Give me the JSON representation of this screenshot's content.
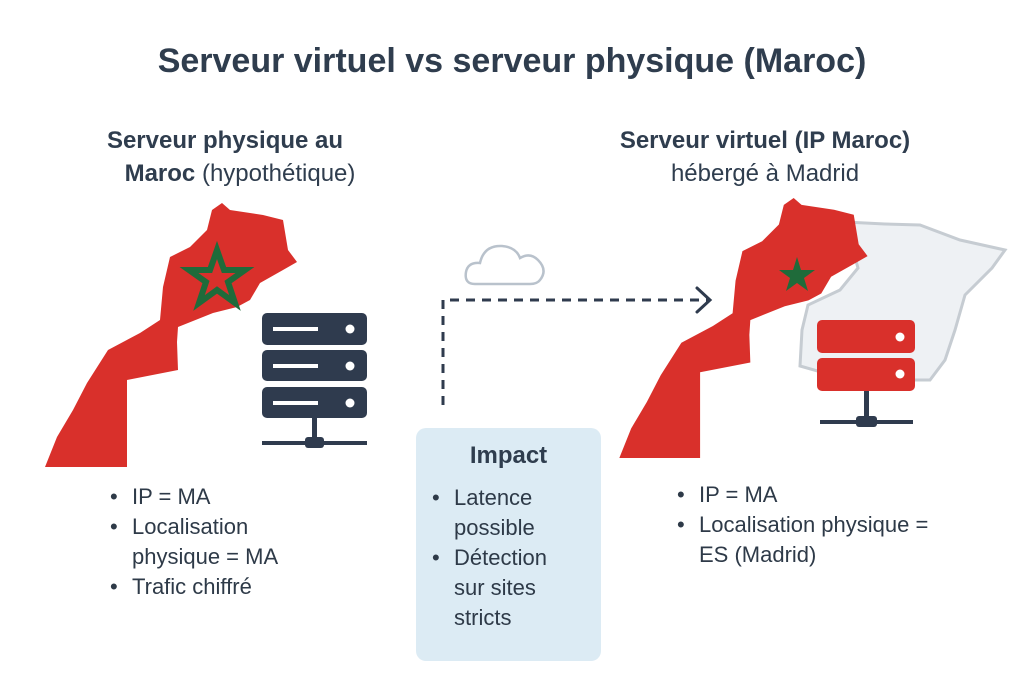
{
  "title": "Serveur virtuel vs serveur physique (Maroc)",
  "left": {
    "heading_bold": "Serveur physique au",
    "heading_line2_bold": "Maroc",
    "heading_line2_rest": " (hypothétique)",
    "bullets": [
      "IP = MA",
      "Localisation physique = MA",
      "Trafic chiffré"
    ]
  },
  "right": {
    "heading_bold": "Serveur virtuel (IP Maroc)",
    "heading_line2": "hébergé à Madrid",
    "bullets": [
      "IP = MA",
      "Localisation physique = ES (Madrid)"
    ]
  },
  "impact": {
    "title": "Impact",
    "bullets": [
      "Latence possible",
      "Détection sur sites stricts"
    ]
  },
  "colors": {
    "red": "#d9302b",
    "green": "#1f6b3a",
    "navy": "#2f3b4e",
    "spain": "#eef1f4",
    "impact_bg": "#dcebf4"
  }
}
